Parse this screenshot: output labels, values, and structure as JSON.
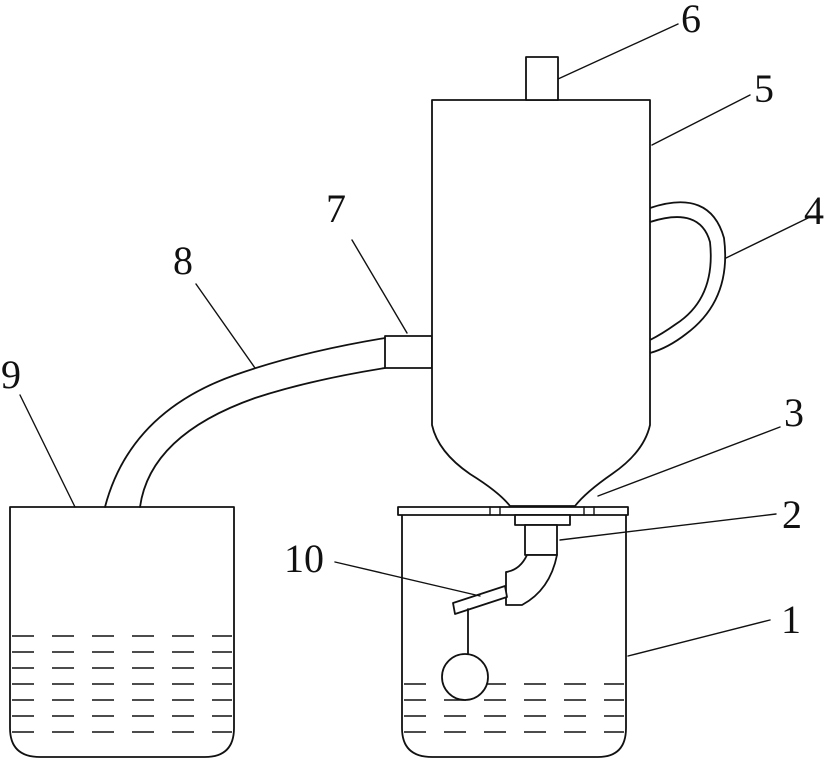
{
  "labels": {
    "l1": "1",
    "l2": "2",
    "l3": "3",
    "l4": "4",
    "l5": "5",
    "l6": "6",
    "l7": "7",
    "l8": "8",
    "l9": "9",
    "l10": "10"
  },
  "colors": {
    "line": "#111111",
    "background": "#ffffff"
  }
}
